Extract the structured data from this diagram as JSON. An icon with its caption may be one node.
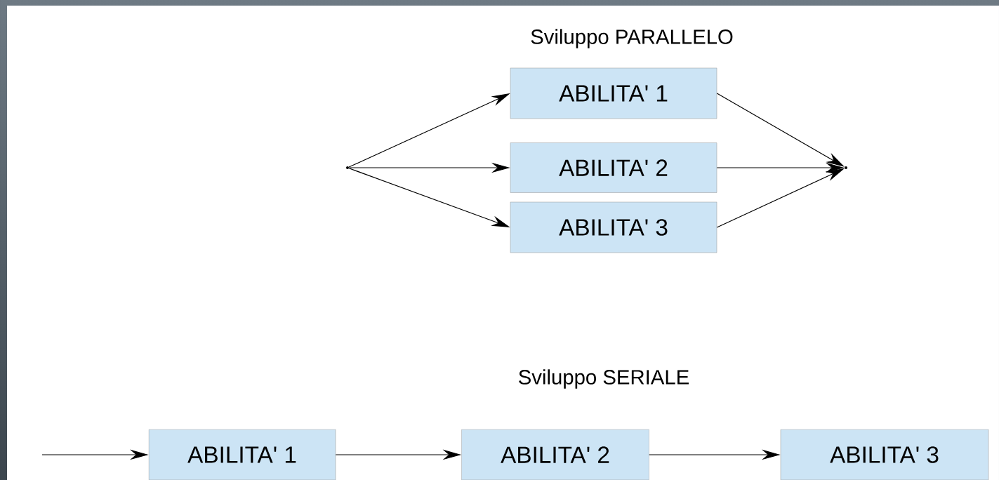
{
  "diagram": {
    "nodes": [
      {
        "text": [],
        "shape": "point"
      },
      {
        "text": [
          "ABILITA' 1"
        ]
      },
      {
        "text": [
          "ABILITA' 2"
        ]
      },
      {
        "text": [
          "ABILITA' 3"
        ]
      },
      {
        "text": [],
        "shape": "point"
      },
      {
        "text": [
          "ABILITA' 1"
        ]
      },
      {
        "text": [
          "ABILITA' 2"
        ]
      },
      {
        "text": [
          "ABILITA' 3"
        ]
      }
    ],
    "edges": [
      {
        "from": 0,
        "to": 1,
        "arrow": "to"
      },
      {
        "from": 0,
        "to": 2,
        "arrow": "to"
      },
      {
        "from": 0,
        "to": 3,
        "arrow": "to"
      },
      {
        "from": 1,
        "to": 4,
        "arrow": "to"
      },
      {
        "from": 2,
        "to": 4,
        "arrow": "to"
      },
      {
        "from": 3,
        "to": 4,
        "arrow": "to"
      },
      {
        "from": null,
        "to": 5,
        "arrow": "to"
      },
      {
        "from": 5,
        "to": 6,
        "arrow": "to"
      },
      {
        "from": 6,
        "to": 7,
        "arrow": "to"
      }
    ],
    "labels": [
      "Sviluppo PARALLELO",
      "Sviluppo SERIALE"
    ]
  }
}
